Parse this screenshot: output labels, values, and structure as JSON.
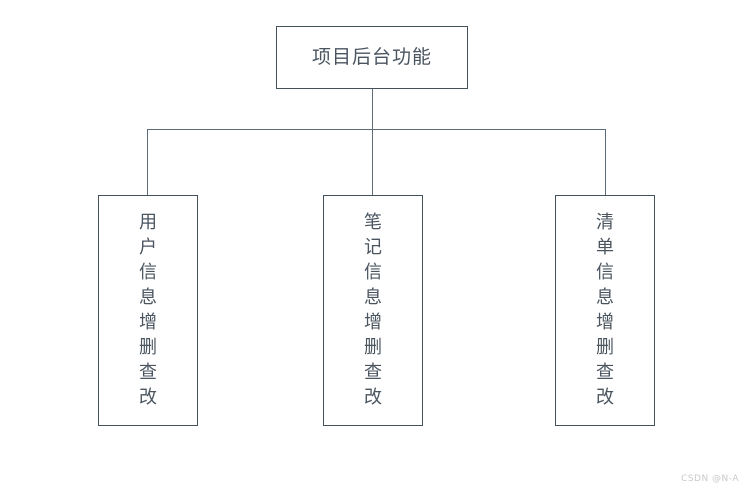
{
  "diagram": {
    "type": "org-tree",
    "title_node": {
      "id": "root",
      "label": "项目后台功能"
    },
    "children": [
      {
        "id": "leaf-user",
        "label": "用户信息增删查改"
      },
      {
        "id": "leaf-note",
        "label": "笔记信息增删查改"
      },
      {
        "id": "leaf-list",
        "label": "清单信息增删查改"
      }
    ],
    "colors": {
      "border": "#44525c",
      "connector": "#5b6b77",
      "text": "#4a5560",
      "background": "#ffffff",
      "watermark": "#c9c9c9"
    }
  },
  "watermark": {
    "text": "CSDN @N-A"
  }
}
